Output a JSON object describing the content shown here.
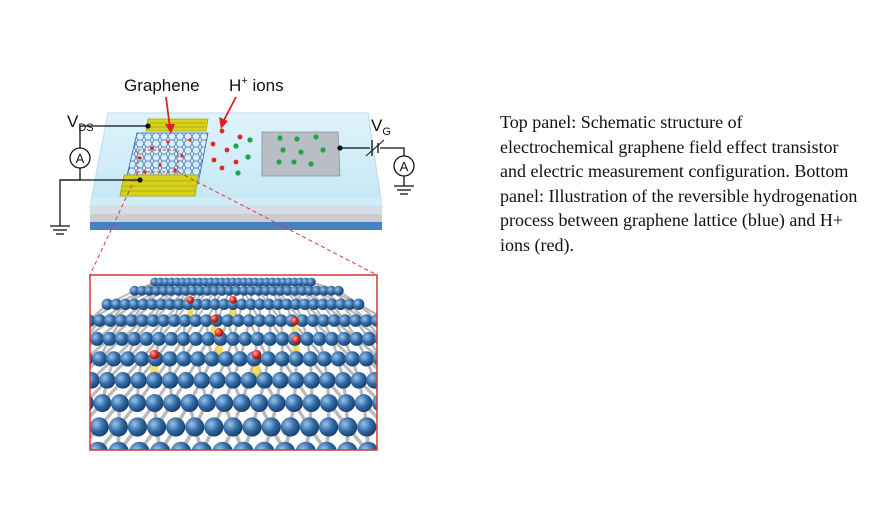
{
  "top_panel": {
    "graphene_label": "Graphene",
    "ions_label_main": "H",
    "ions_label_sup": "+",
    "ions_label_rest": " ions",
    "vds_main": "V",
    "vds_sub": "DS",
    "vg_main": "V",
    "vg_sub": "G",
    "ammeter_symbol": "A"
  },
  "caption": "Top panel: Schematic structure of electrochemical graphene field effect transistor and electric measurement configuration. Bottom panel: Illustration of the reversible hydrogenation process between graphene lattice (blue) and H+ ions (red).",
  "colors": {
    "graphene_atom": "#2f6aa6",
    "hydrogen_ion": "#d9261c",
    "electrolyte_ion": "#1fa34a",
    "electrode": "#d6d21a",
    "substrate": "#4a7fc1",
    "inset_border": "#d43a3a"
  }
}
